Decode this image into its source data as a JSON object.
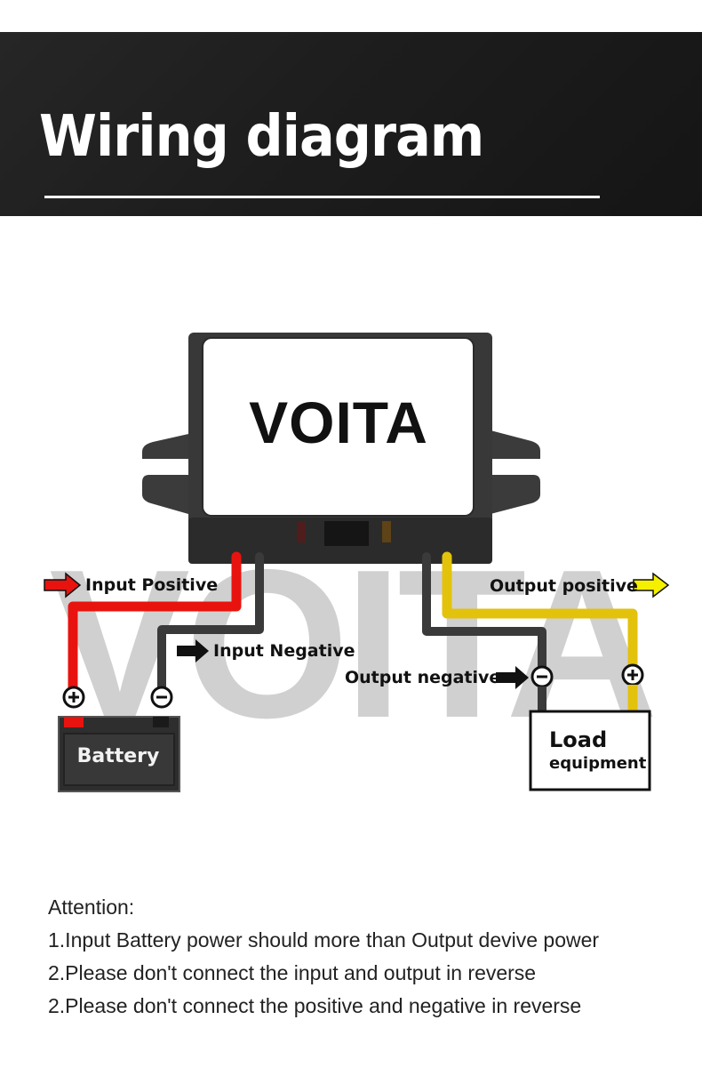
{
  "header": {
    "title": "Wiring diagram"
  },
  "diagram": {
    "device_brand": "VOITA",
    "watermark": "VOITA",
    "labels": {
      "input_positive": "Input Positive",
      "input_negative": "Input Negative",
      "output_positive": "Output positive",
      "output_negative": "Output negative"
    },
    "battery": {
      "label": "Battery",
      "positive_symbol": "+",
      "negative_symbol": "−"
    },
    "load": {
      "line1": "Load",
      "line2": "equipment",
      "positive_symbol": "+",
      "negative_symbol": "−"
    },
    "colors": {
      "input_positive_wire": "#e8130f",
      "input_negative_wire": "#3a3a3a",
      "output_positive_wire": "#e3c20c",
      "output_negative_wire": "#3a3a3a",
      "output_arrow": "#f5f000",
      "watermark": "#c8c8c8"
    }
  },
  "notes": {
    "heading": "Attention:",
    "items": [
      "1.Input Battery power should more than Output devive power",
      "2.Please don't connect the input and output in reverse",
      "2.Please don't connect the positive and negative in reverse"
    ]
  }
}
